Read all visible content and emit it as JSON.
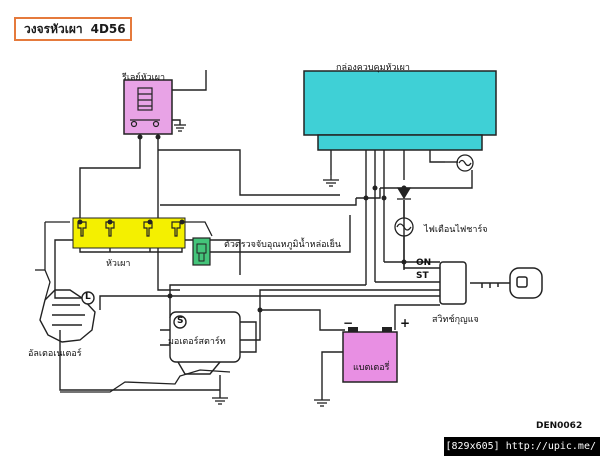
{
  "title": {
    "thai": "วงจรหัวเผา",
    "model": "4D56"
  },
  "labels": {
    "glow_relay": "รีเลย์หัวเผา",
    "controller": "กล่องควบคุมหัวเผา",
    "glow_plugs": "หัวเผา",
    "temp_sensor": "ตัวตรวจจับอุณหภูมิน้ำหล่อเย็น",
    "charge_lamp": "ไฟเตือนไฟชาร์จ",
    "alternator": "อัลเตอเนเตอร์",
    "starter": "มอเตอร์สตาร์ท",
    "key_switch": "สวิทช์กุญแจ",
    "battery": "แบตเตอรี่",
    "on": "ON",
    "st": "ST",
    "l": "L",
    "s": "S",
    "plus": "+",
    "minus": "−"
  },
  "code": "DEN0062",
  "watermark": "[829x605] http://upic.me/",
  "colors": {
    "controller": "#3fd0d6",
    "relay": "#e8a3e6",
    "glow_highlight": "#f4f000",
    "sensor": "#44c47a",
    "battery": "#e88fe3",
    "title_border": "#e57a3c"
  }
}
